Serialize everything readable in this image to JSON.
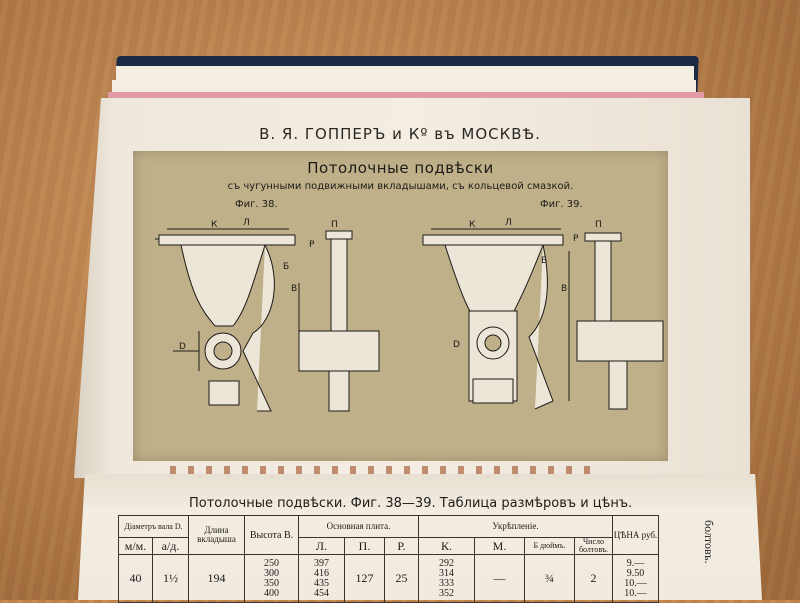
{
  "page": {
    "header": "В. Я. ГОППЕРЪ и Кº въ МОСКВѢ."
  },
  "plate": {
    "title": "Потолочные подвѣски",
    "subtitle": "съ чугунными подвижными вкладышами, съ кольцевой смазкой.",
    "fig38": "Фиг. 38.",
    "fig39": "Фиг. 39.",
    "dim_letters": [
      "К",
      "Л",
      "П",
      "Р",
      "В",
      "D",
      "Б"
    ]
  },
  "table": {
    "title": "Потолочные подвѣски. Фиг. 38—39. Таблица размѣровъ и цѣнъ.",
    "headers": {
      "diam": "Діаметръ вала D.",
      "mm": "м/м.",
      "inch": "а/д.",
      "length": "Длина вкладыша",
      "height": "Высота В.",
      "base": "Основная плита.",
      "L": "Л.",
      "P": "П.",
      "R": "Р.",
      "fix": "Укрѣпленіе.",
      "K": "К.",
      "M": "М.",
      "B": "Б дюймъ.",
      "bolts": "Число болтовъ.",
      "price": "ЦѢНА руб."
    },
    "row": {
      "mm": "40",
      "inch": "1½",
      "length": "194",
      "heights": [
        "250",
        "300",
        "350",
        "400"
      ],
      "L": [
        "397",
        "416",
        "435",
        "454"
      ],
      "P": "127",
      "R": "25",
      "K": [
        "292",
        "314",
        "333",
        "352"
      ],
      "M": "—",
      "B": "¾",
      "bolts": "2",
      "prices": [
        "9.—",
        "9.50",
        "10.—",
        "10.—"
      ]
    },
    "side": "болтовъ."
  }
}
